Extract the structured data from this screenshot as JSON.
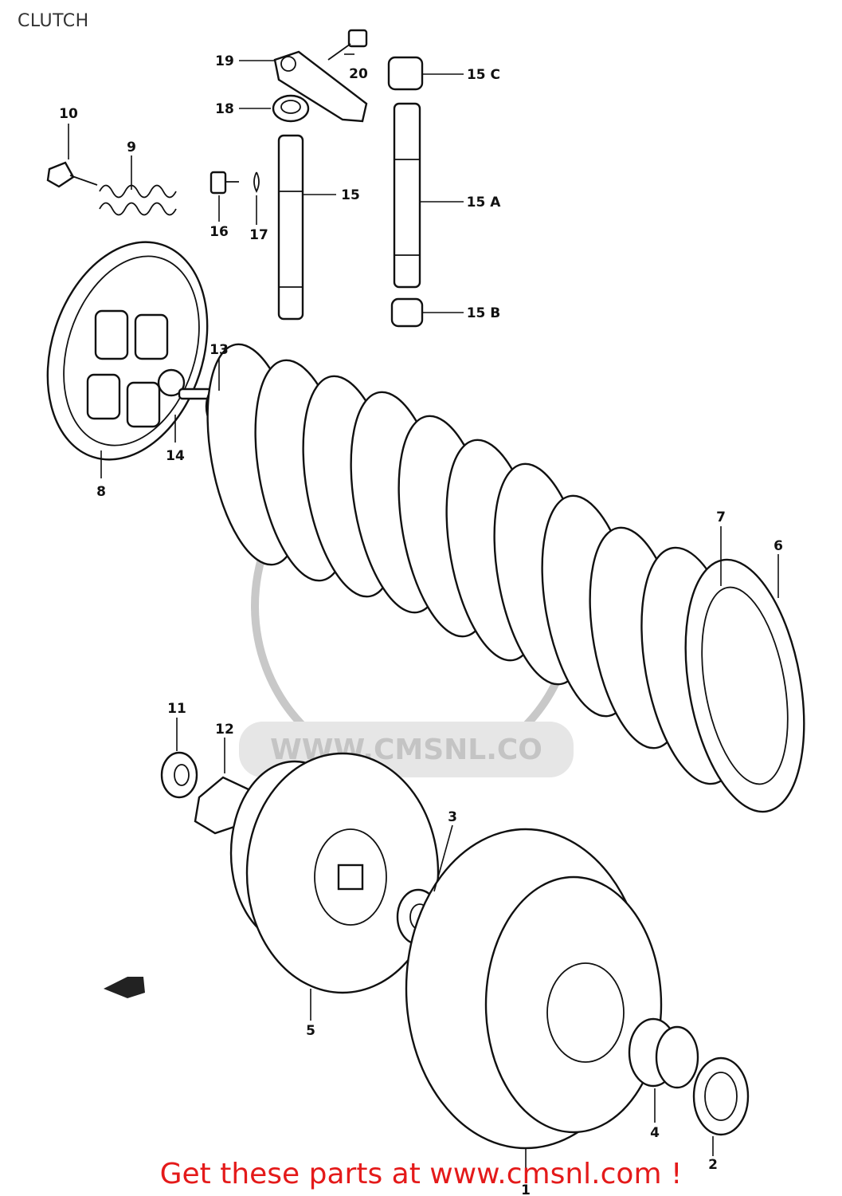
{
  "title": "CLUTCH",
  "footer_text": "Get these parts at www.cmsnl.com !",
  "watermark_text": "WWW.CMSNL.CO",
  "colors": {
    "footer": "#e41a1a",
    "line_art": "#111111",
    "watermark": "#c8c8c8"
  },
  "callouts": {
    "c1": "1",
    "c2": "2",
    "c3": "3",
    "c4": "4",
    "c5": "5",
    "c6": "6",
    "c7": "7",
    "c8": "8",
    "c9": "9",
    "c10": "10",
    "c11": "11",
    "c12": "12",
    "c13": "13",
    "c14": "14",
    "c15": "15",
    "c15a": "15 A",
    "c15b": "15 B",
    "c15c": "15 C",
    "c16": "16",
    "c17": "17",
    "c18": "18",
    "c19": "19",
    "c20": "20"
  }
}
